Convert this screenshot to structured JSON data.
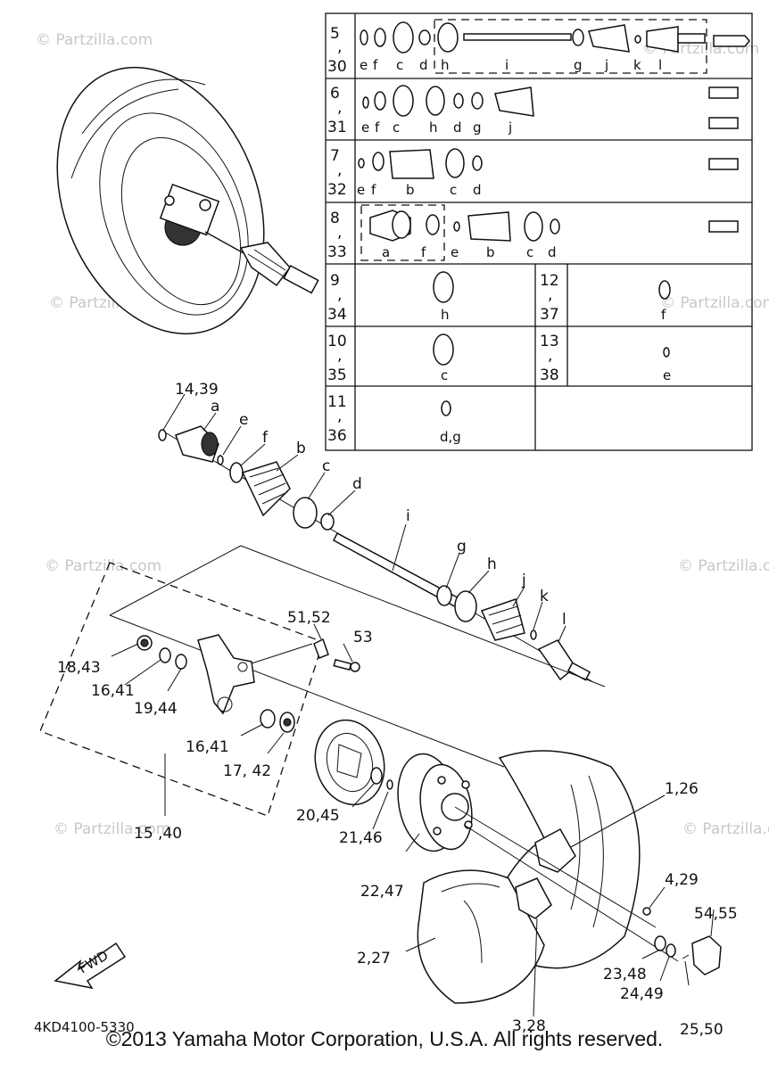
{
  "watermark": "© Partzilla.com",
  "ref_code": "4KD4100-5330",
  "copyright": "©2013 Yamaha Motor Corporation, U.S.A. All rights reserved.",
  "fwd_label": "FWD",
  "table": {
    "rows": [
      {
        "num_top": "5",
        "num_bot": "30",
        "letters": [
          "e",
          "f",
          "c",
          "d",
          "h",
          "i",
          "g",
          "j",
          "k",
          "l"
        ]
      },
      {
        "num_top": "6",
        "num_bot": "31",
        "letters": [
          "e",
          "f",
          "c",
          "h",
          "d",
          "g",
          "j"
        ]
      },
      {
        "num_top": "7",
        "num_bot": "32",
        "letters": [
          "e",
          "f",
          "b",
          "c",
          "d"
        ]
      },
      {
        "num_top": "8",
        "num_bot": "33",
        "letters": [
          "a",
          "f",
          "e",
          "b",
          "c",
          "d"
        ]
      }
    ],
    "pairs": [
      {
        "left_top": "9",
        "left_bot": "34",
        "left_letter": "h",
        "right_top": "12",
        "right_bot": "37",
        "right_letter": "f"
      },
      {
        "left_top": "10",
        "left_bot": "35",
        "left_letter": "c",
        "right_top": "13",
        "right_bot": "38",
        "right_letter": "e"
      },
      {
        "left_top": "11",
        "left_bot": "36",
        "left_letter": "d,g",
        "right_top": "",
        "right_bot": "",
        "right_letter": ""
      }
    ]
  },
  "callouts": {
    "c14_39": "14,39",
    "a": "a",
    "e": "e",
    "f": "f",
    "b": "b",
    "c": "c",
    "d": "d",
    "i": "i",
    "g": "g",
    "h": "h",
    "j": "j",
    "k": "k",
    "l": "l",
    "c51_52": "51,52",
    "c53": "53",
    "c18_43": "18,43",
    "c16_41a": "16,41",
    "c19_44": "19,44",
    "c16_41b": "16,41",
    "c17_42": "17, 42",
    "c15_40": "15 ,40",
    "c20_45": "20,45",
    "c21_46": "21,46",
    "c22_47": "22,47",
    "c1_26": "1,26",
    "c4_29": "4,29",
    "c54_55": "54,55",
    "c2_27": "2,27",
    "c23_48": "23,48",
    "c24_49": "24,49",
    "c3_28": "3,28",
    "c25_50": "25,50"
  }
}
